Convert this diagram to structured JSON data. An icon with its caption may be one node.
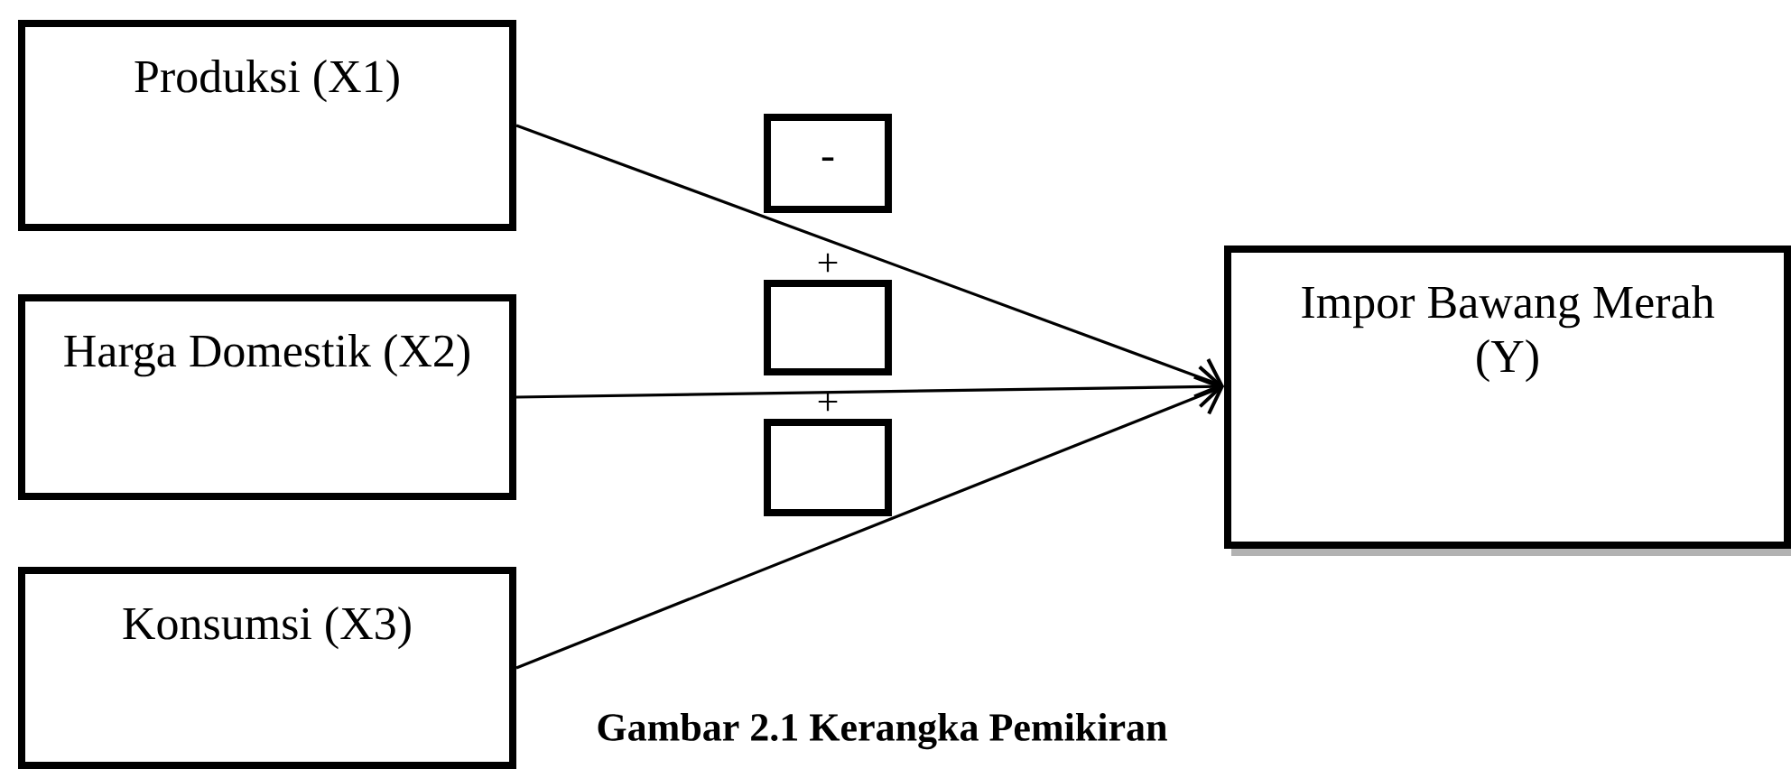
{
  "diagram": {
    "caption": "Gambar 2.1 Kerangka Pemikiran",
    "nodes": [
      {
        "text": [
          "Produksi (X1)"
        ]
      },
      {
        "text": [
          "Harga Domestik (X2)"
        ]
      },
      {
        "text": [
          "Konsumsi (X3)"
        ]
      },
      {
        "text": [
          "Impor Bawang Merah (Y)"
        ]
      },
      {
        "text": [
          "-"
        ]
      },
      {
        "text": [
          "+"
        ]
      },
      {
        "text": [
          "+"
        ]
      }
    ],
    "edges": [
      {
        "from": 0,
        "to": 3,
        "arrow": "to"
      },
      {
        "from": 1,
        "to": 3,
        "arrow": "to"
      },
      {
        "from": 2,
        "to": 3,
        "arrow": "to"
      }
    ]
  }
}
